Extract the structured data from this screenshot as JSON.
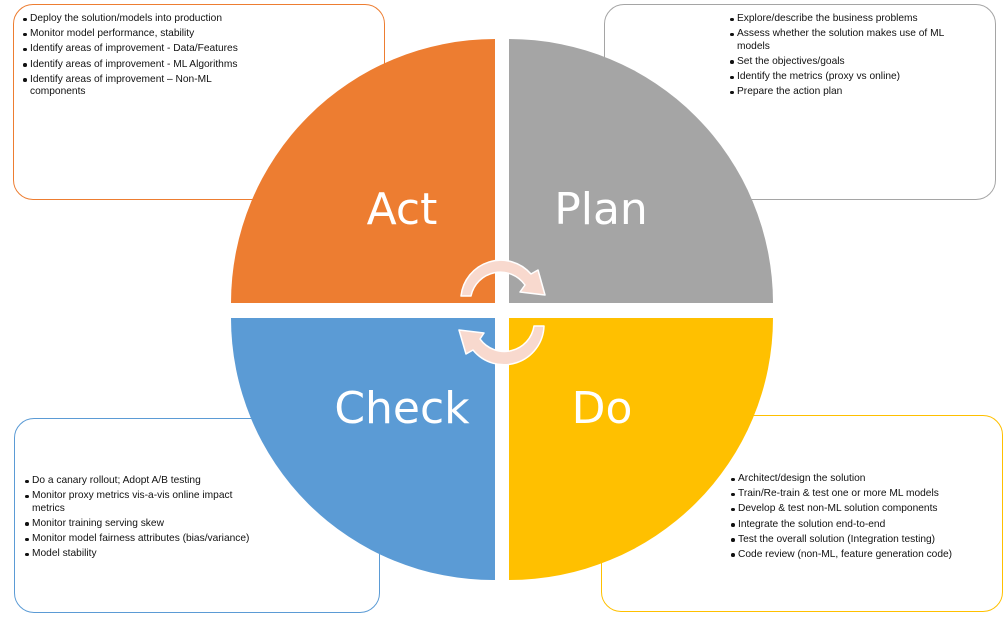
{
  "diagram": {
    "type": "PDCA cycle",
    "quadrants": [
      {
        "id": "act",
        "label": "Act",
        "color": "#ED7D31",
        "position": "top-left"
      },
      {
        "id": "plan",
        "label": "Plan",
        "color": "#A5A5A5",
        "position": "top-right"
      },
      {
        "id": "do",
        "label": "Do",
        "color": "#FFC000",
        "position": "bottom-right"
      },
      {
        "id": "check",
        "label": "Check",
        "color": "#5B9BD5",
        "position": "bottom-left"
      }
    ],
    "center_arrows": {
      "color": "#F8D9CE",
      "direction": "clockwise"
    }
  },
  "boxes": {
    "act": {
      "border_color": "#ED7D31",
      "items": [
        "Deploy the solution/models into production",
        "Monitor model performance, stability",
        "Identify areas of improvement - Data/Features",
        "Identify areas of improvement - ML Algorithms",
        "Identify areas of improvement – Non-ML components"
      ]
    },
    "plan": {
      "border_color": "#A5A5A5",
      "items": [
        "Explore/describe the business problems",
        "Assess whether the solution makes use of ML models",
        "Set the objectives/goals",
        "Identify the metrics (proxy vs online)",
        "Prepare the action plan"
      ]
    },
    "check": {
      "border_color": "#5B9BD5",
      "items": [
        "Do a canary rollout; Adopt A/B testing",
        "Monitor proxy metrics vis-a-vis online impact metrics",
        "Monitor training serving skew",
        "Monitor model fairness attributes (bias/variance)",
        "Model stability"
      ]
    },
    "do": {
      "border_color": "#FFC000",
      "items": [
        "Architect/design the solution",
        "Train/Re-train & test one or more ML models",
        "Develop & test non-ML solution components",
        "Integrate the solution end-to-end",
        "Test the overall solution (Integration testing)",
        "Code review (non-ML, feature generation code)"
      ]
    }
  }
}
